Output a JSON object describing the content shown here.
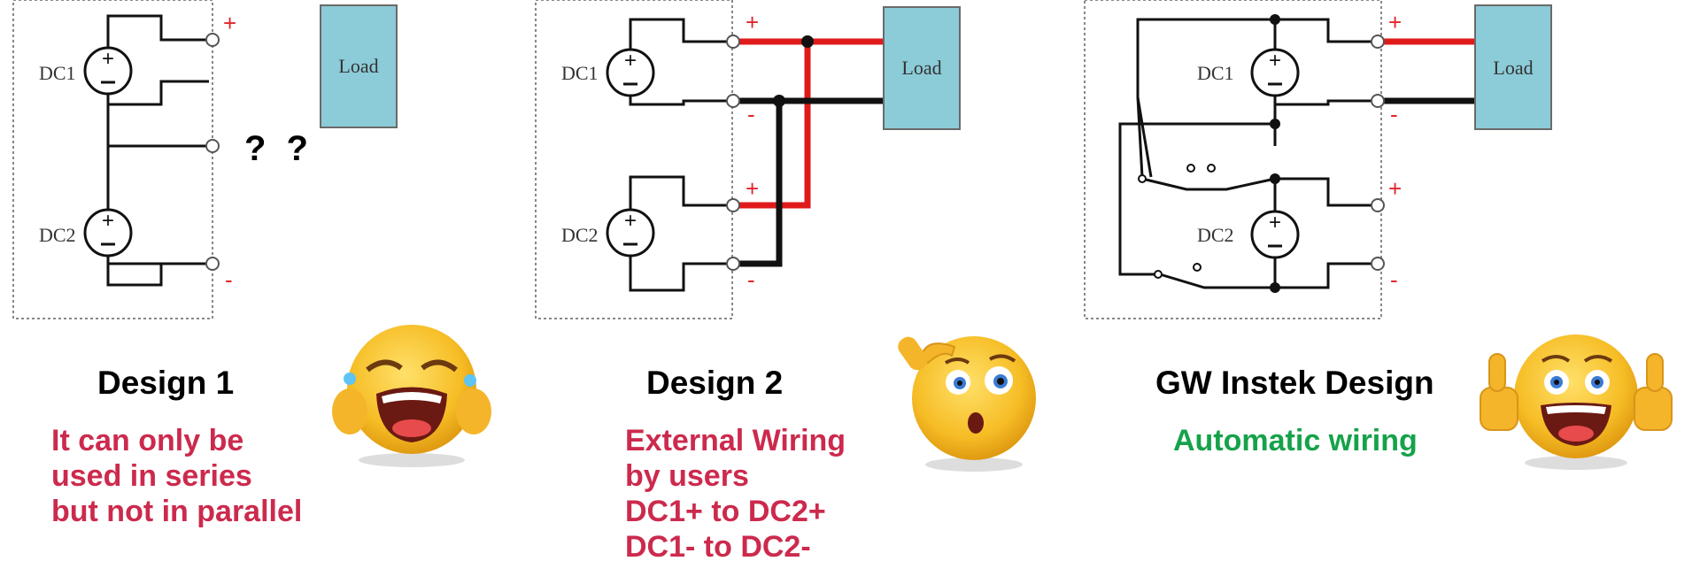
{
  "panels": [
    {
      "title": "Design 1",
      "description": [
        "It can only be",
        "used in series",
        "but not in parallel"
      ],
      "color": "#cc2a4d",
      "sources": [
        "DC1",
        "DC2"
      ],
      "load": "Load",
      "annotation": "? ?"
    },
    {
      "title": "Design 2",
      "description": [
        "External Wiring",
        "by users",
        "DC1+ to DC2+",
        "DC1- to DC2-"
      ],
      "color": "#cc2a4d",
      "sources": [
        "DC1",
        "DC2"
      ],
      "load": "Load"
    },
    {
      "title": "GW Instek Design",
      "description": [
        "Automatic wiring"
      ],
      "color": "#16a24a",
      "sources": [
        "DC1",
        "DC2"
      ],
      "load": "Load"
    }
  ],
  "terminal_signs": {
    "plus": "+",
    "minus": "-"
  },
  "colors": {
    "load_fill": "#8ccbd8",
    "positive_wire": "#e01a1a",
    "negative_wire": "#111111",
    "emoji_face": "#f7c22e"
  },
  "emojis": [
    "crying-face-icon",
    "thinking-face-icon",
    "thumbs-up-face-icon"
  ]
}
